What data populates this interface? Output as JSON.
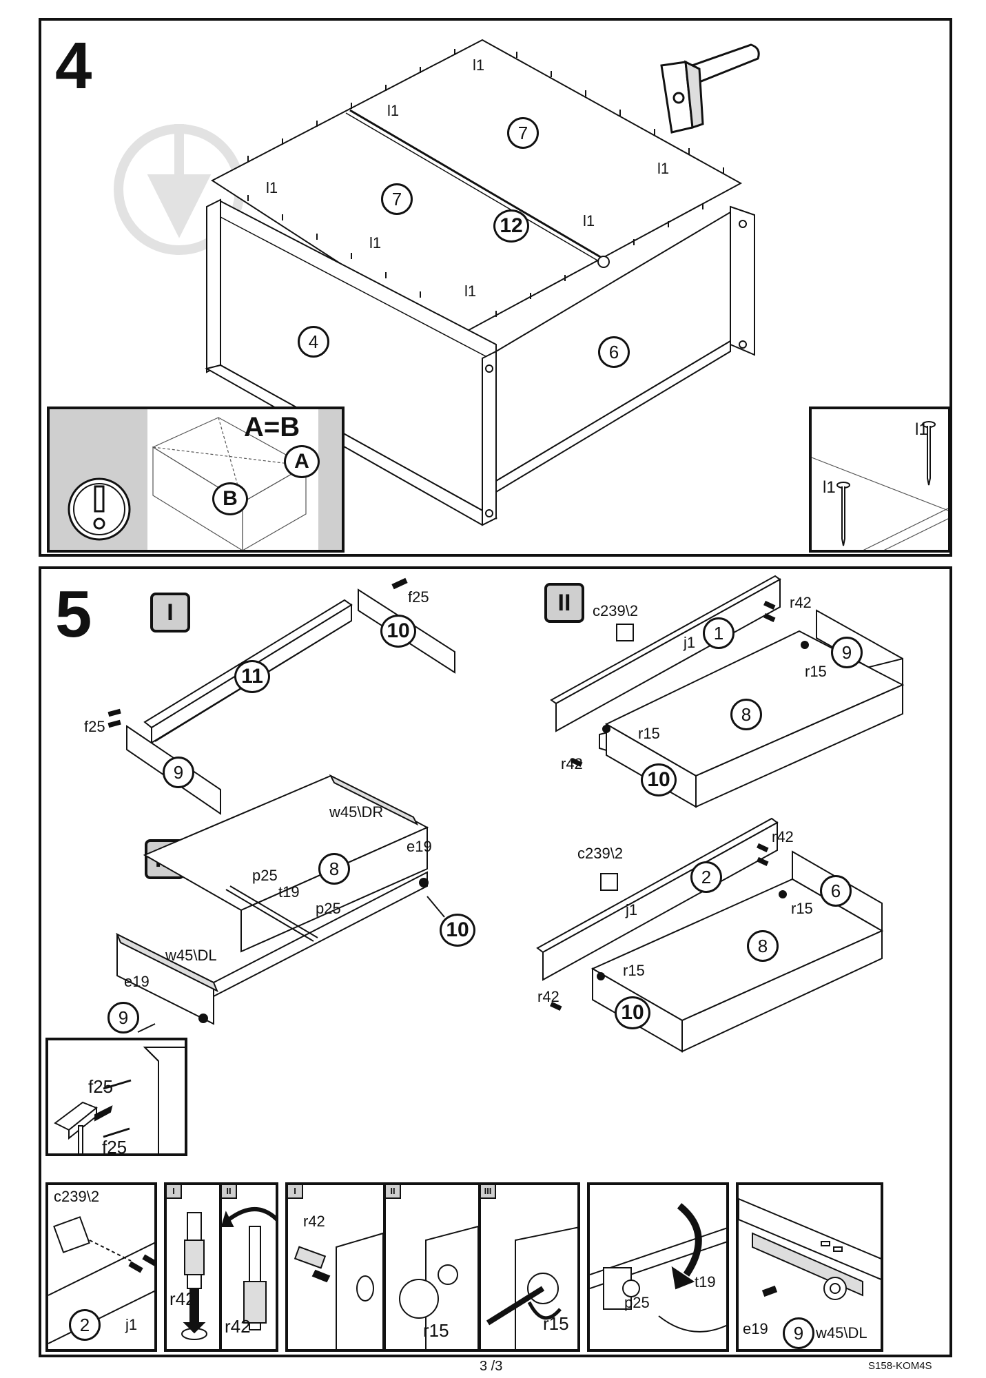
{
  "steps": {
    "four": "4",
    "five": "5"
  },
  "roman": {
    "i": "I",
    "ii": "II",
    "iii": "III"
  },
  "parts": {
    "p7": "7",
    "p12": "12",
    "p4": "4",
    "p6": "6",
    "p11": "11",
    "p10": "10",
    "p9": "9",
    "p1": "1",
    "p8": "8",
    "p2": "2"
  },
  "hardware": {
    "l1": "l1",
    "f25": "f25",
    "r42": "r42",
    "r15": "r15",
    "c239": "c239\\2",
    "j1": "j1",
    "w45dr": "w45\\DR",
    "w45dl": "w45\\DL",
    "e19": "e19",
    "p25": "p25",
    "t19": "t19"
  },
  "inset": {
    "equation": "A=B",
    "a": "A",
    "b": "B"
  },
  "footer": {
    "page": "3 /3",
    "code": "S158-KOM4S"
  },
  "colors": {
    "line": "#111111",
    "fill_grey": "#cfcfcf",
    "panel_bg": "#ffffff"
  },
  "icons": {
    "warning": "exclamation-circle-icon",
    "hammer": "hammer-icon",
    "nail": "nail-icon",
    "watermark": "shovel-watermark-icon"
  }
}
